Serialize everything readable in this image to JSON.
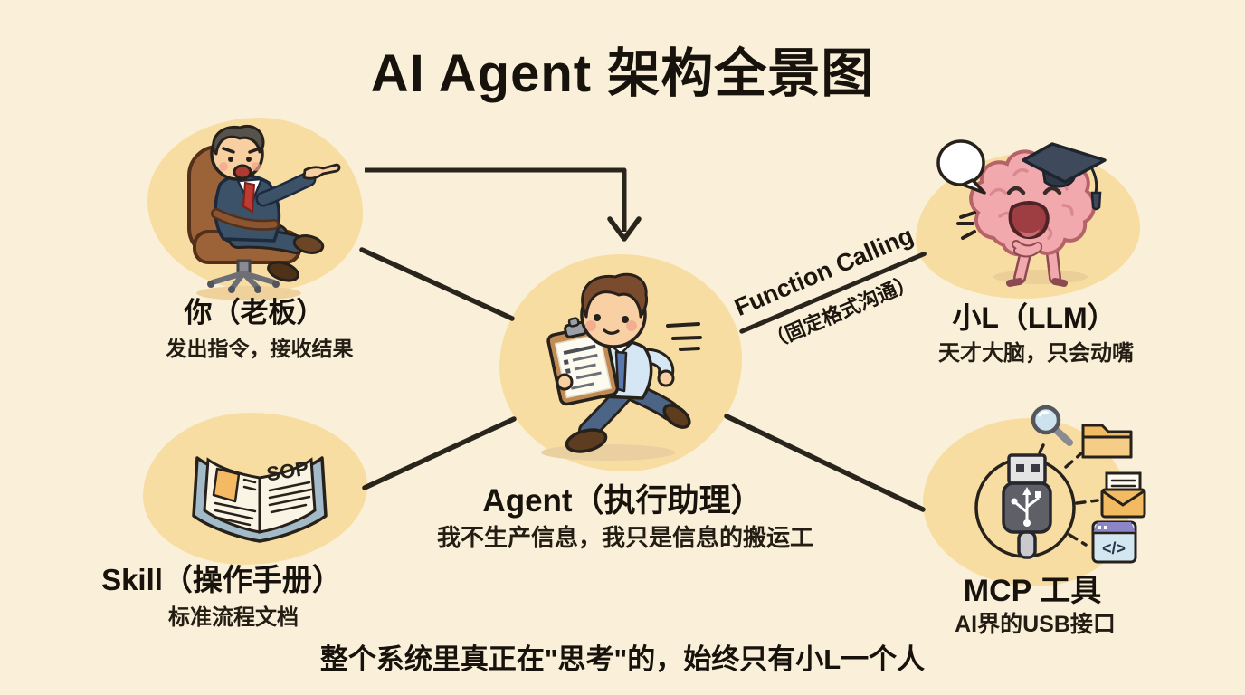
{
  "title": "AI Agent 架构全景图",
  "nodes": {
    "boss": {
      "label": "你（老板）",
      "sublabel": "发出指令，接收结果"
    },
    "llm": {
      "label": "小L（LLM）",
      "sublabel": "天才大脑，只会动嘴"
    },
    "agent": {
      "label": "Agent（执行助理）",
      "sublabel": "我不生产信息，我只是信息的搬运工"
    },
    "skill": {
      "label": "Skill（操作手册）",
      "sublabel": "标准流程文档",
      "book_text": "SOP"
    },
    "mcp": {
      "label": "MCP 工具",
      "sublabel": "AI界的USB接口",
      "code_icon_glyph": "</>",
      "icons": [
        "magnifier-icon",
        "folder-icon",
        "mail-icon",
        "code-window-icon",
        "usb-plug-icon"
      ]
    }
  },
  "edges": {
    "agent_llm": {
      "label": "Function Calling",
      "sublabel": "（固定格式沟通）"
    }
  },
  "footer": "整个系统里真正在\"思考\"的，始终只有小L一个人",
  "colors": {
    "background": "#faf0d9",
    "blob": "#f8dda2",
    "text": "#17120b",
    "line": "#29241c",
    "brain_pink": "#f2a9ae",
    "suit_navy": "#3b5269",
    "chair_brown": "#9c6339",
    "shirt_blue": "#d5e7f4",
    "folder_orange": "#f2bb61",
    "book_cover": "#a3bac9"
  }
}
